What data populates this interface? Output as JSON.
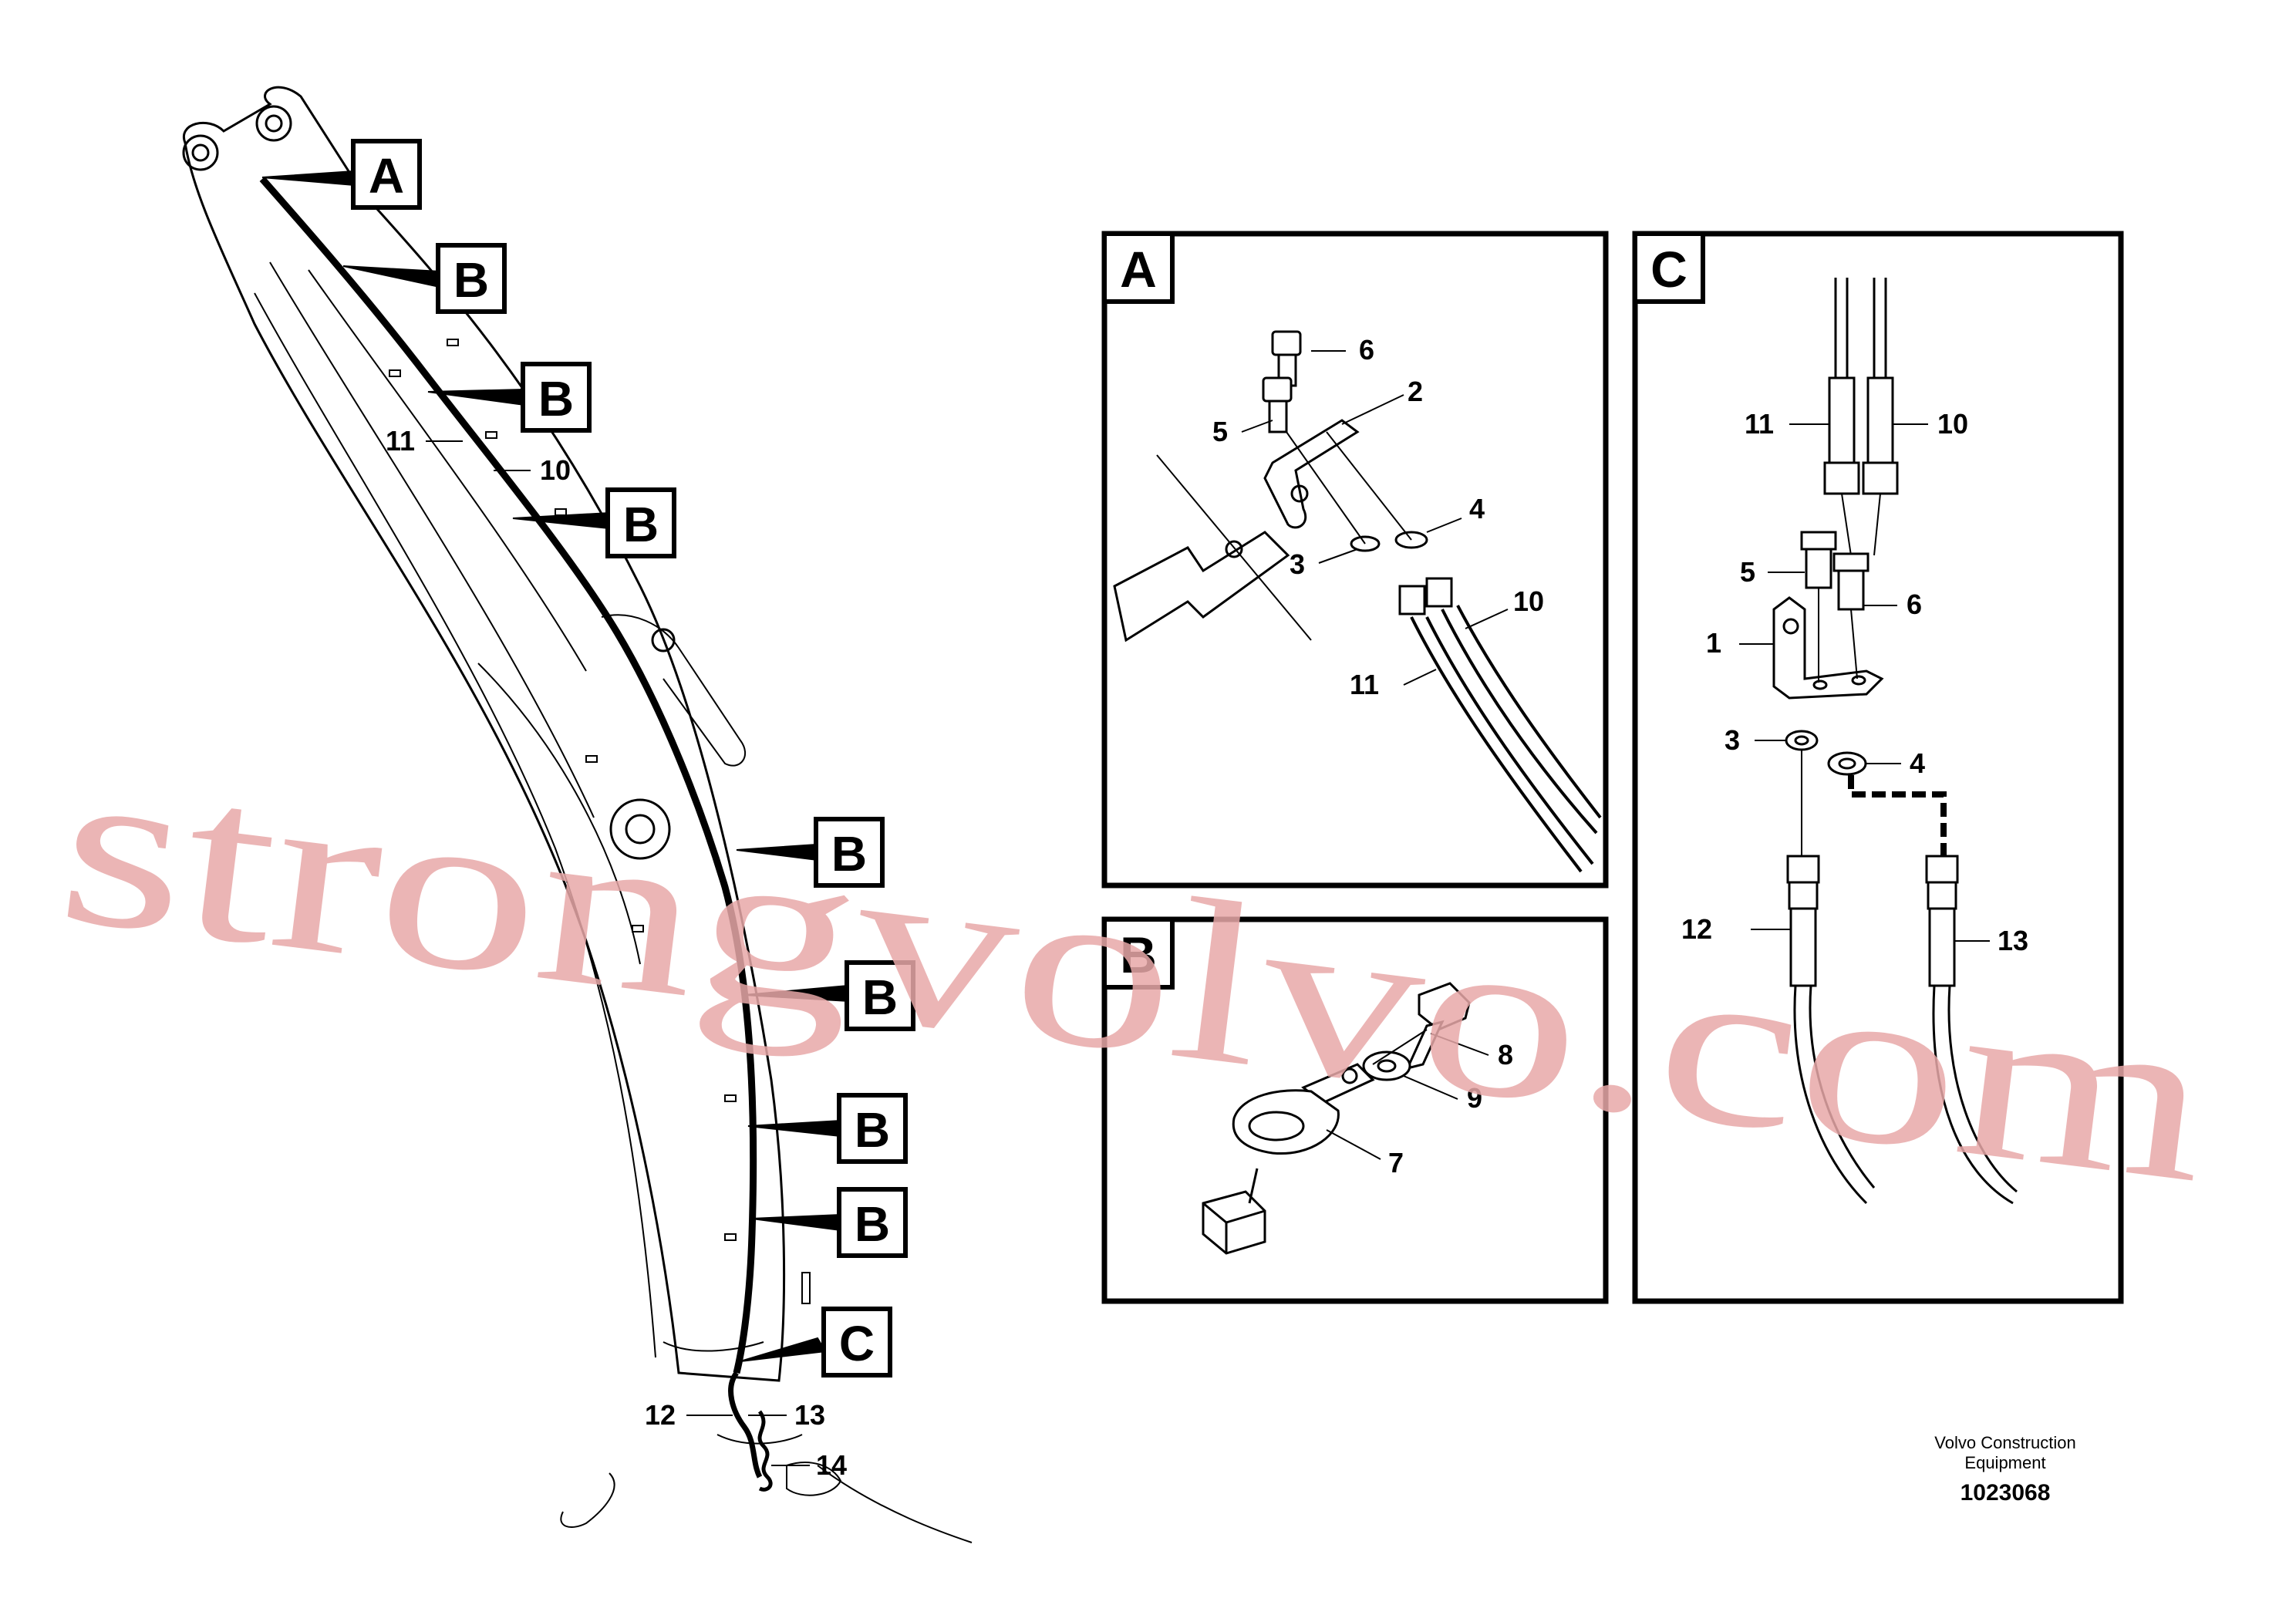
{
  "callouts": [
    "A",
    "B",
    "B",
    "B",
    "B",
    "B",
    "B",
    "B",
    "C"
  ],
  "boom_labels": [
    "11",
    "10",
    "12",
    "13",
    "14"
  ],
  "detail_a": {
    "letter": "A",
    "parts": [
      "6",
      "2",
      "5",
      "4",
      "3",
      "10",
      "11"
    ]
  },
  "detail_b": {
    "letter": "B",
    "parts": [
      "8",
      "9",
      "7"
    ]
  },
  "detail_c": {
    "letter": "C",
    "parts": [
      "11",
      "10",
      "5",
      "6",
      "1",
      "3",
      "4",
      "12",
      "13"
    ]
  },
  "watermark": "strongvolvo.com",
  "footer": {
    "brand_line1": "Volvo Construction",
    "brand_line2": "Equipment",
    "doc_number": "1023068"
  }
}
